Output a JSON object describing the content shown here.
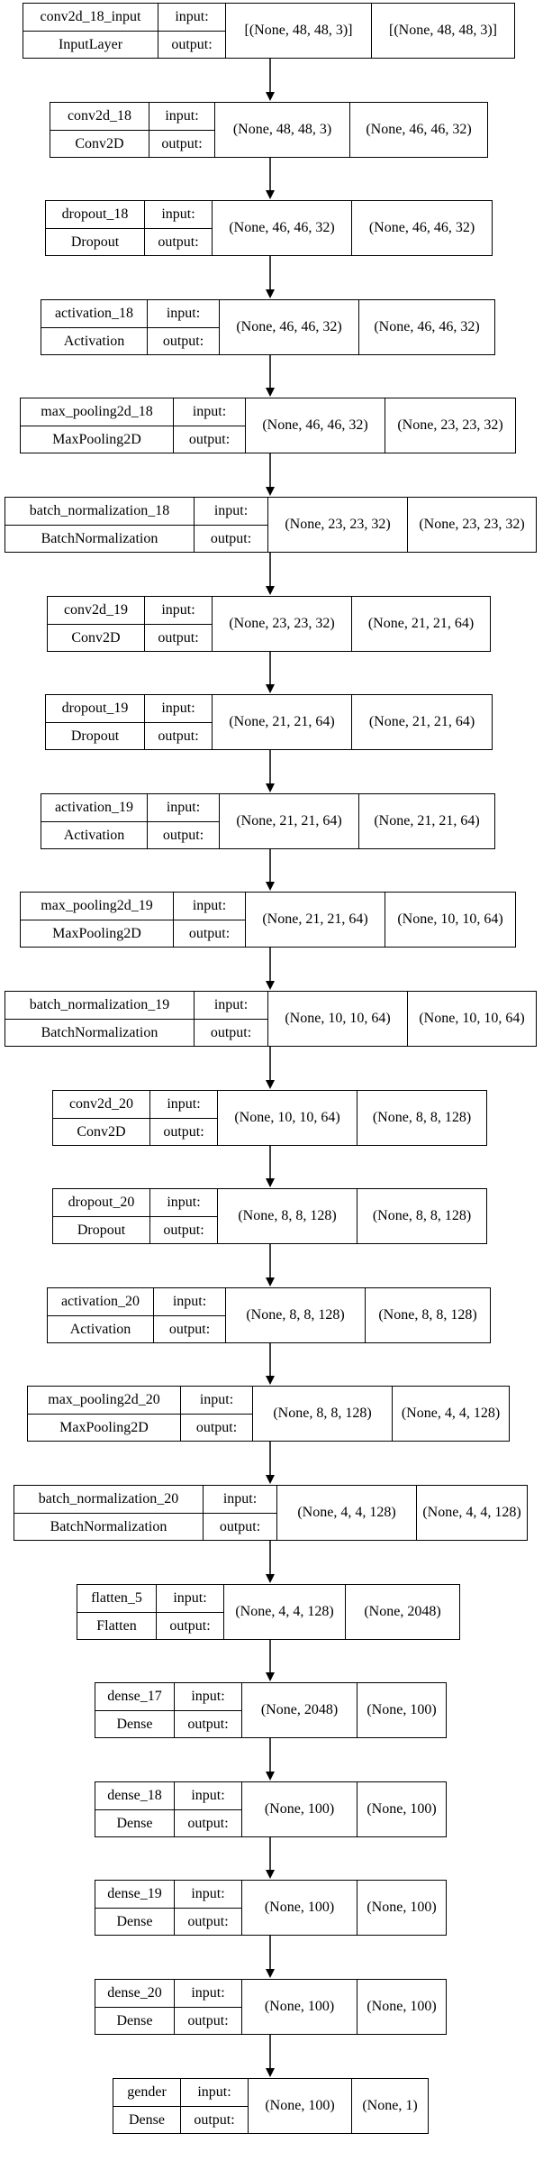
{
  "port_labels": {
    "input": "input:",
    "output": "output:"
  },
  "layers": [
    {
      "name": "conv2d_18_input",
      "type": "InputLayer",
      "input": "[(None, 48, 48, 3)]",
      "output": "[(None, 48, 48, 3)]"
    },
    {
      "name": "conv2d_18",
      "type": "Conv2D",
      "input": "(None, 48, 48, 3)",
      "output": "(None, 46, 46, 32)"
    },
    {
      "name": "dropout_18",
      "type": "Dropout",
      "input": "(None, 46, 46, 32)",
      "output": "(None, 46, 46, 32)"
    },
    {
      "name": "activation_18",
      "type": "Activation",
      "input": "(None, 46, 46, 32)",
      "output": "(None, 46, 46, 32)"
    },
    {
      "name": "max_pooling2d_18",
      "type": "MaxPooling2D",
      "input": "(None, 46, 46, 32)",
      "output": "(None, 23, 23, 32)"
    },
    {
      "name": "batch_normalization_18",
      "type": "BatchNormalization",
      "input": "(None, 23, 23, 32)",
      "output": "(None, 23, 23, 32)"
    },
    {
      "name": "conv2d_19",
      "type": "Conv2D",
      "input": "(None, 23, 23, 32)",
      "output": "(None, 21, 21, 64)"
    },
    {
      "name": "dropout_19",
      "type": "Dropout",
      "input": "(None, 21, 21, 64)",
      "output": "(None, 21, 21, 64)"
    },
    {
      "name": "activation_19",
      "type": "Activation",
      "input": "(None, 21, 21, 64)",
      "output": "(None, 21, 21, 64)"
    },
    {
      "name": "max_pooling2d_19",
      "type": "MaxPooling2D",
      "input": "(None, 21, 21, 64)",
      "output": "(None, 10, 10, 64)"
    },
    {
      "name": "batch_normalization_19",
      "type": "BatchNormalization",
      "input": "(None, 10, 10, 64)",
      "output": "(None, 10, 10, 64)"
    },
    {
      "name": "conv2d_20",
      "type": "Conv2D",
      "input": "(None, 10, 10, 64)",
      "output": "(None, 8, 8, 128)"
    },
    {
      "name": "dropout_20",
      "type": "Dropout",
      "input": "(None, 8, 8, 128)",
      "output": "(None, 8, 8, 128)"
    },
    {
      "name": "activation_20",
      "type": "Activation",
      "input": "(None, 8, 8, 128)",
      "output": "(None, 8, 8, 128)"
    },
    {
      "name": "max_pooling2d_20",
      "type": "MaxPooling2D",
      "input": "(None, 8, 8, 128)",
      "output": "(None, 4, 4, 128)"
    },
    {
      "name": "batch_normalization_20",
      "type": "BatchNormalization",
      "input": "(None, 4, 4, 128)",
      "output": "(None, 4, 4, 128)"
    },
    {
      "name": "flatten_5",
      "type": "Flatten",
      "input": "(None, 4, 4, 128)",
      "output": "(None, 2048)"
    },
    {
      "name": "dense_17",
      "type": "Dense",
      "input": "(None, 2048)",
      "output": "(None, 100)"
    },
    {
      "name": "dense_18",
      "type": "Dense",
      "input": "(None, 100)",
      "output": "(None, 100)"
    },
    {
      "name": "dense_19",
      "type": "Dense",
      "input": "(None, 100)",
      "output": "(None, 100)"
    },
    {
      "name": "dense_20",
      "type": "Dense",
      "input": "(None, 100)",
      "output": "(None, 100)"
    },
    {
      "name": "gender",
      "type": "Dense",
      "input": "(None, 100)",
      "output": "(None, 1)"
    }
  ]
}
